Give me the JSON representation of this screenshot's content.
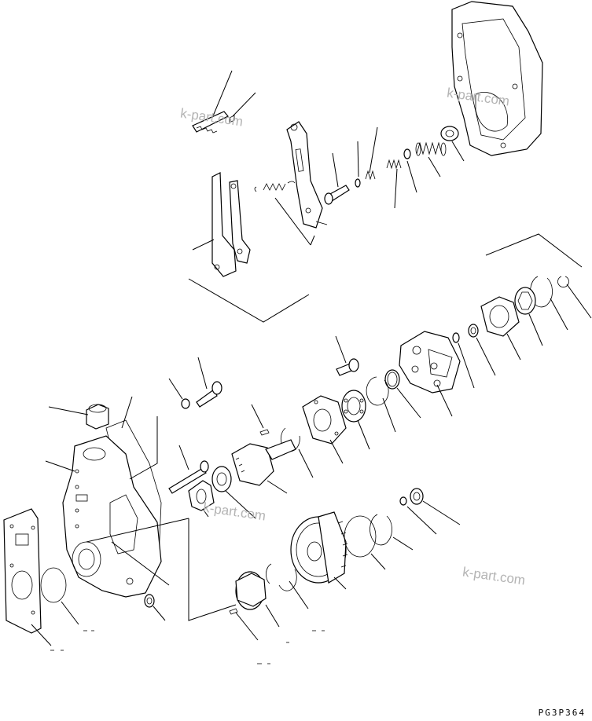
{
  "drawing": {
    "code": "PG3P364",
    "watermarks": [
      "k-part.com",
      "k-part.com",
      "k-part.com",
      "k-part.com"
    ]
  }
}
